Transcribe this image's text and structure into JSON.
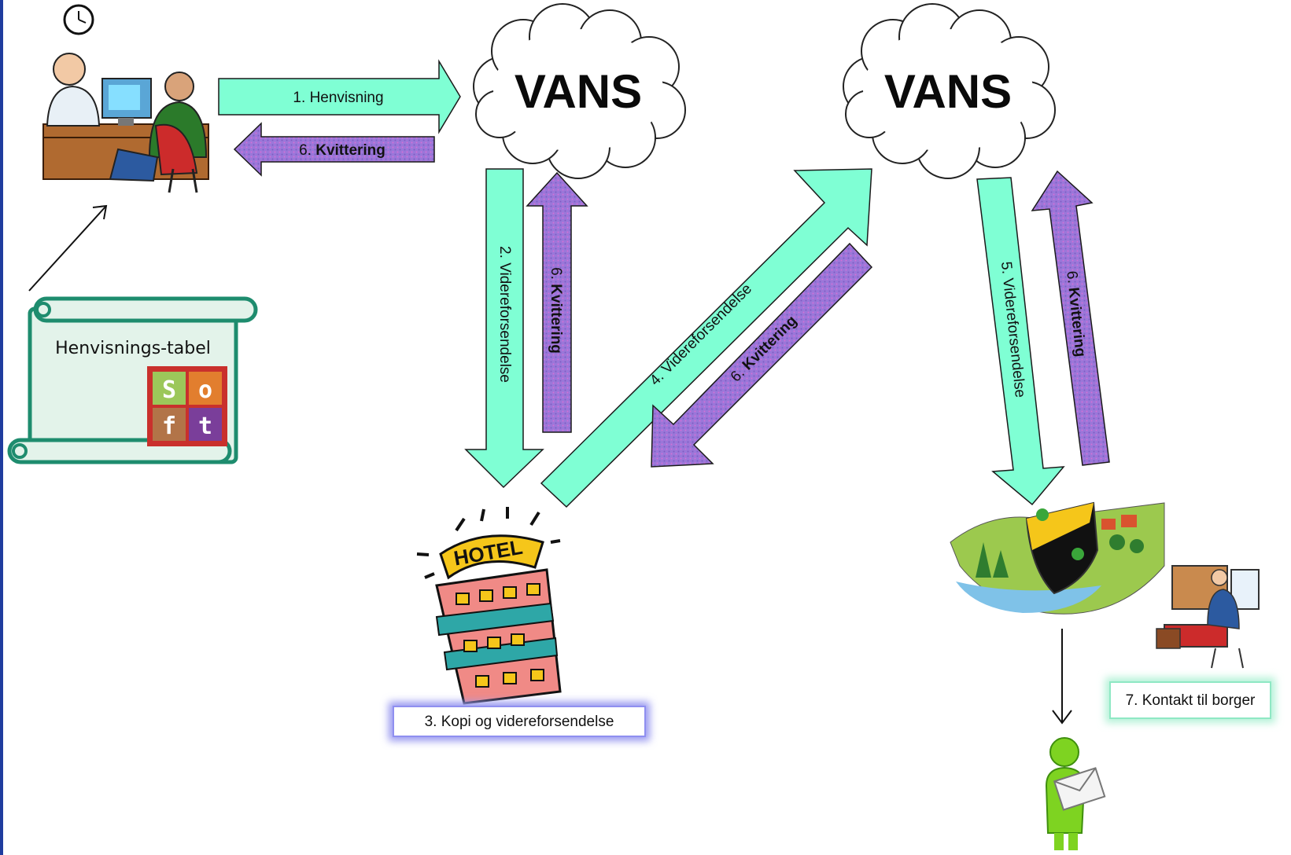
{
  "clouds": [
    {
      "text": "VANS"
    },
    {
      "text": "VANS"
    }
  ],
  "arrows": {
    "a1": {
      "num": "1.",
      "word": "Henvisning"
    },
    "a6_top": {
      "num": "6.",
      "word": "Kvittering"
    },
    "a2": {
      "num": "2.",
      "word": "Videreforsendelse"
    },
    "a6_mid": {
      "num": "6.",
      "word": "Kvittering"
    },
    "a4": {
      "num": "4.",
      "word": "Videreforsendelse"
    },
    "a6_diag": {
      "num": "6.",
      "word": "Kvittering"
    },
    "a5": {
      "num": "5.",
      "word": "Videreforsendelse"
    },
    "a6_right": {
      "num": "6.",
      "word": "Kvittering"
    }
  },
  "boxes": {
    "kopi": "3. Kopi og videreforsendelse",
    "kontakt": "7. Kontakt til borger"
  },
  "scroll": {
    "title": "Henvisnings-tabel",
    "logo_letters": [
      "S",
      "o",
      "f",
      "t"
    ]
  },
  "hotel_sign": "HOTEL",
  "colors": {
    "forward_arrow": "#7FFFD4",
    "receipt_arrow": "#9B77D9",
    "scroll_border": "#1E8C6E",
    "scroll_fill": "#E3F3EA",
    "left_border": "#1F3C9E"
  },
  "icons": {
    "doctor": "doctor-patient-desk-icon",
    "clock": "clock-icon",
    "hotel": "hotel-icon",
    "municipality": "municipality-landscape-icon",
    "office": "office-worker-icon",
    "citizen": "citizen-envelope-icon"
  }
}
